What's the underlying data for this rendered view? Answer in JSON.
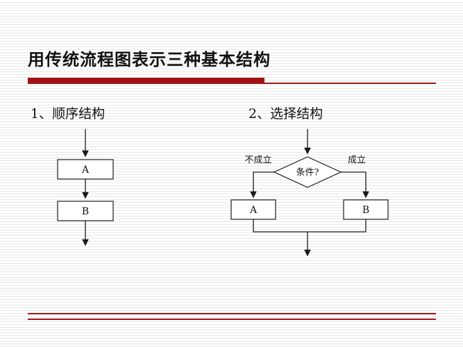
{
  "slide": {
    "title": "用传统流程图表示三种基本结构"
  },
  "sequence": {
    "heading": "1、顺序结构",
    "boxes": {
      "a": "A",
      "b": "B"
    }
  },
  "selection": {
    "heading": "2、选择结构",
    "condition_label": "条件?",
    "branch_false": "不成立",
    "branch_true": "成立",
    "boxes": {
      "a": "A",
      "b": "B"
    }
  },
  "colors": {
    "accent": "#a31212",
    "line": "#1a1a1a",
    "background": "#ffffff",
    "stripe": "#e7e7e7"
  }
}
